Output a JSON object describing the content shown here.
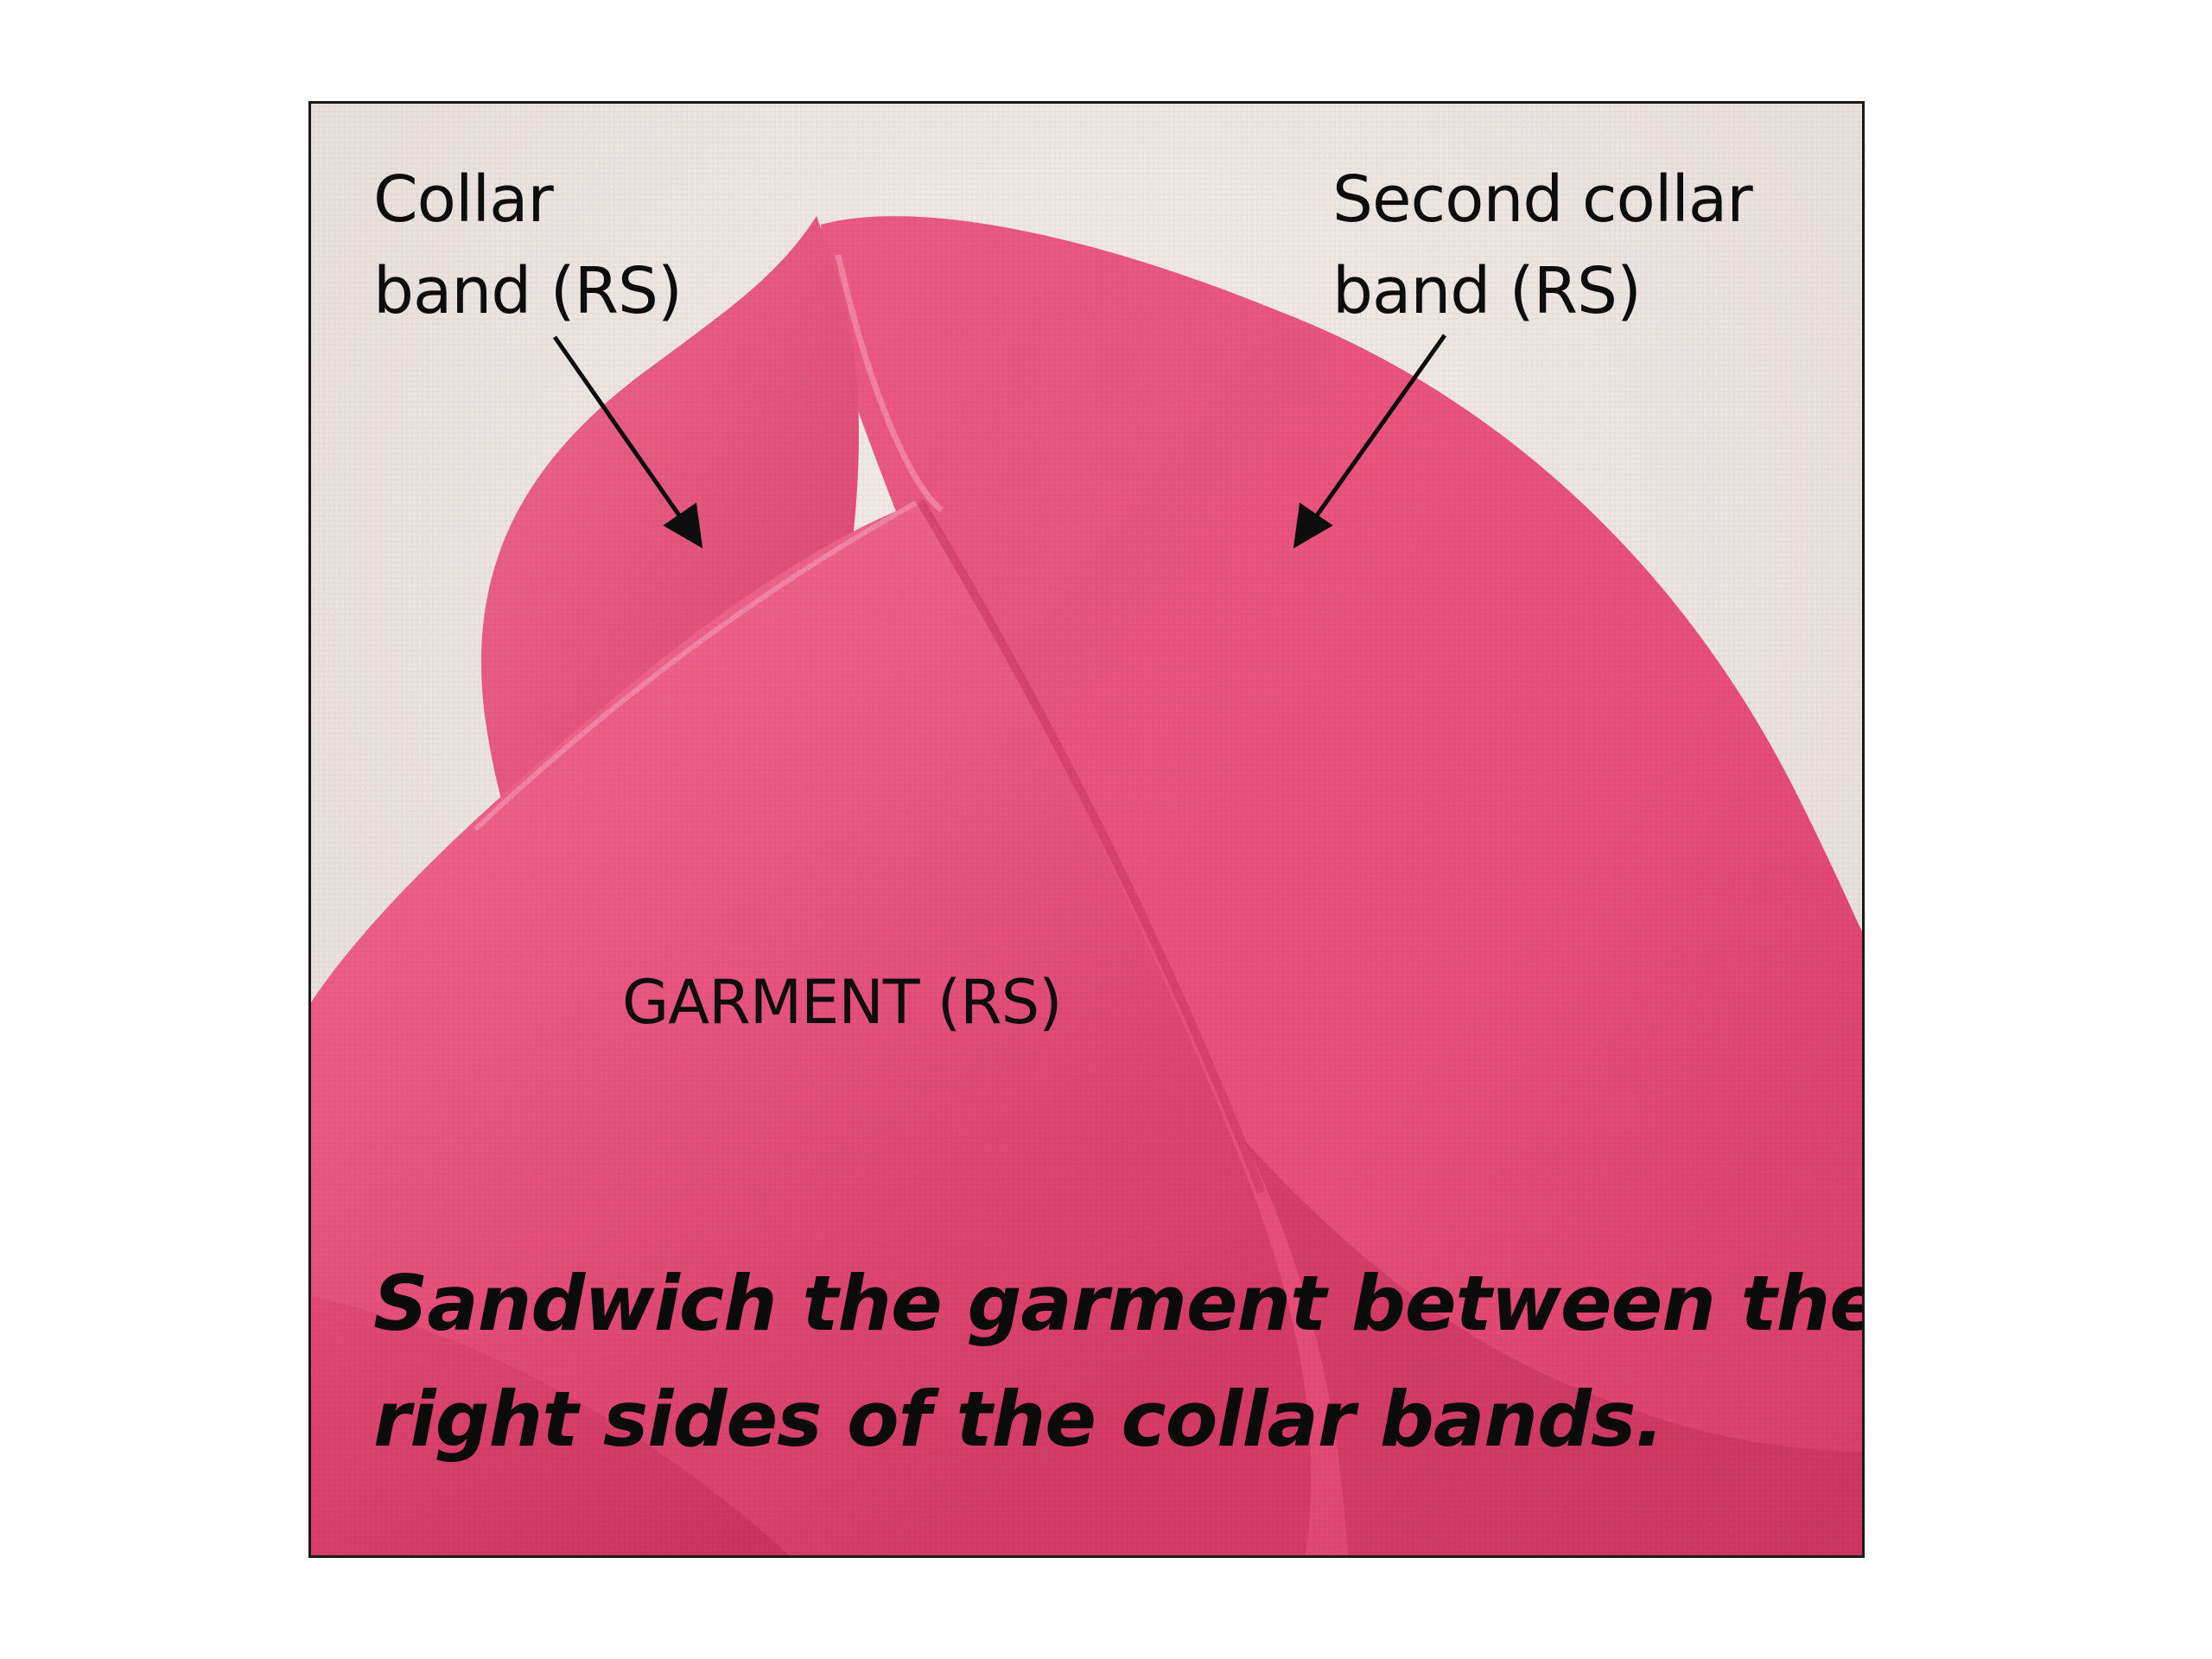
{
  "figure": {
    "labels": {
      "collar_band": [
        "Collar",
        "band (RS)"
      ],
      "second_collar_band": [
        "Second collar",
        "band (RS)"
      ],
      "garment": "GARMENT (RS)"
    },
    "caption": [
      "Sandwich the garment between the",
      "right sides of the collar bands."
    ]
  },
  "colors": {
    "fabric": "#e9507c",
    "fabric_shadow": "#c8325c",
    "fabric_highlight": "#f27e9c",
    "background": "#eee7e4",
    "frame_border": "#1a1a1a",
    "text": "#0d0d0d"
  }
}
